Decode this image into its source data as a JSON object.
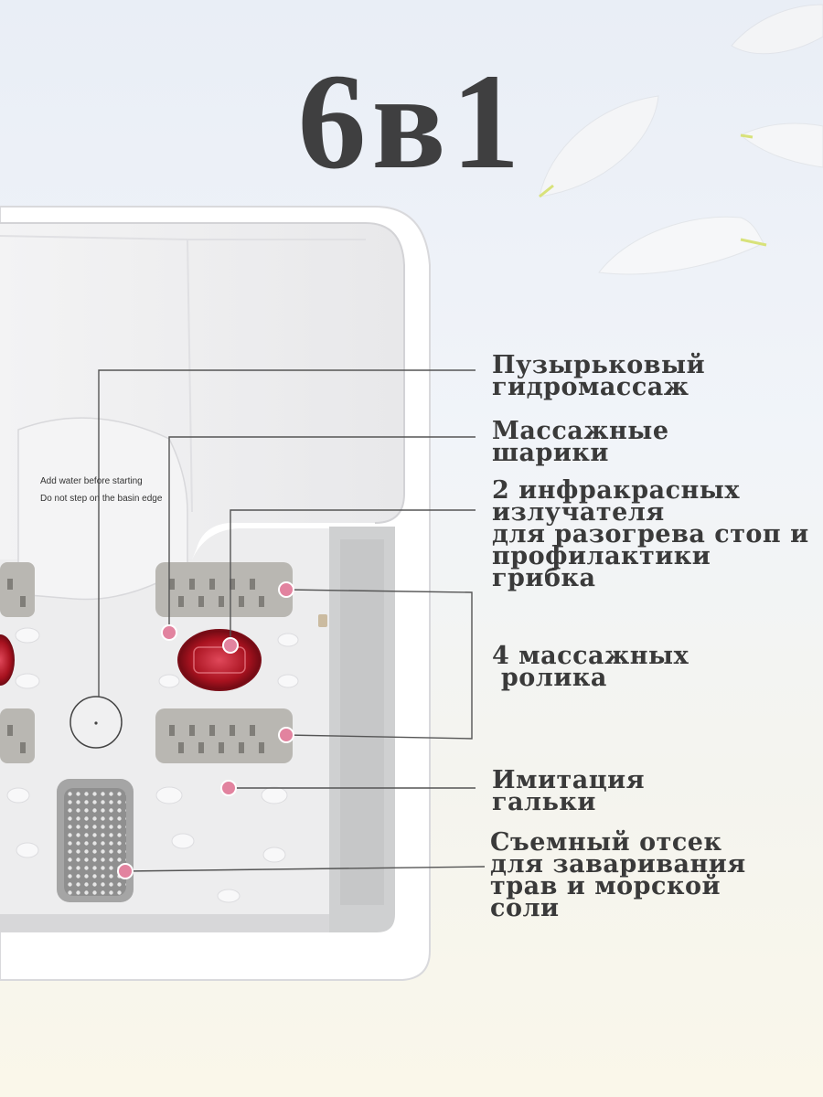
{
  "title": "6в1",
  "basin_text": [
    "Add water before starting",
    "Do not step on the basin edge"
  ],
  "features": [
    {
      "lines": [
        "Пузырьковый",
        "гидромассаж"
      ]
    },
    {
      "lines": [
        "Массажные",
        "шарики"
      ]
    },
    {
      "lines": [
        "2 инфракрасных",
        "излучателя",
        "для разогрева стоп и",
        "профилактики",
        "грибка"
      ]
    },
    {
      "lines": [
        "4 массажных",
        " ролика"
      ]
    },
    {
      "lines": [
        "Имитация",
        "гальки"
      ]
    },
    {
      "lines": [
        "Съемный отсек",
        "для заваривания",
        "трав и морской",
        "соли"
      ]
    }
  ],
  "colors": {
    "title": "#3f3f40",
    "label": "#3a3a3a",
    "leader_line": "#555555",
    "marker": "#e2839f",
    "heater": "#a8121f",
    "basin_gray": "#cfd0d1"
  }
}
